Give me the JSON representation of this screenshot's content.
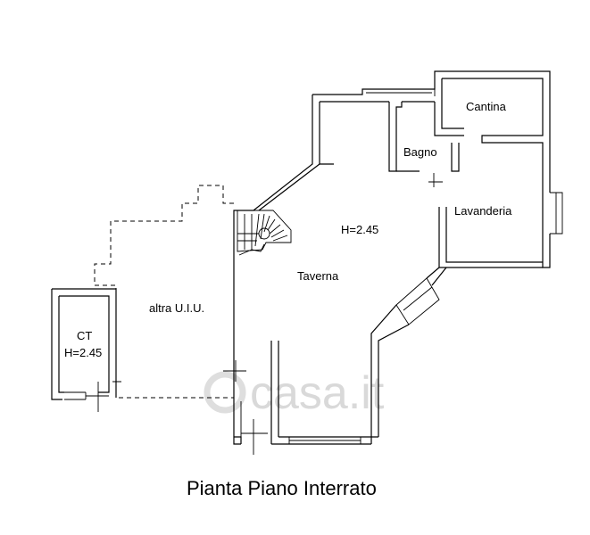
{
  "rooms": {
    "cantina": "Cantina",
    "bagno": "Bagno",
    "lavanderia": "Lavanderia",
    "height_main": "H=2.45",
    "taverna": "Taverna",
    "altra": "altra U.I.U.",
    "ct": "CT",
    "height_ct": "H=2.45"
  },
  "watermark": "casa.it",
  "caption": "Pianta Piano Interrato"
}
